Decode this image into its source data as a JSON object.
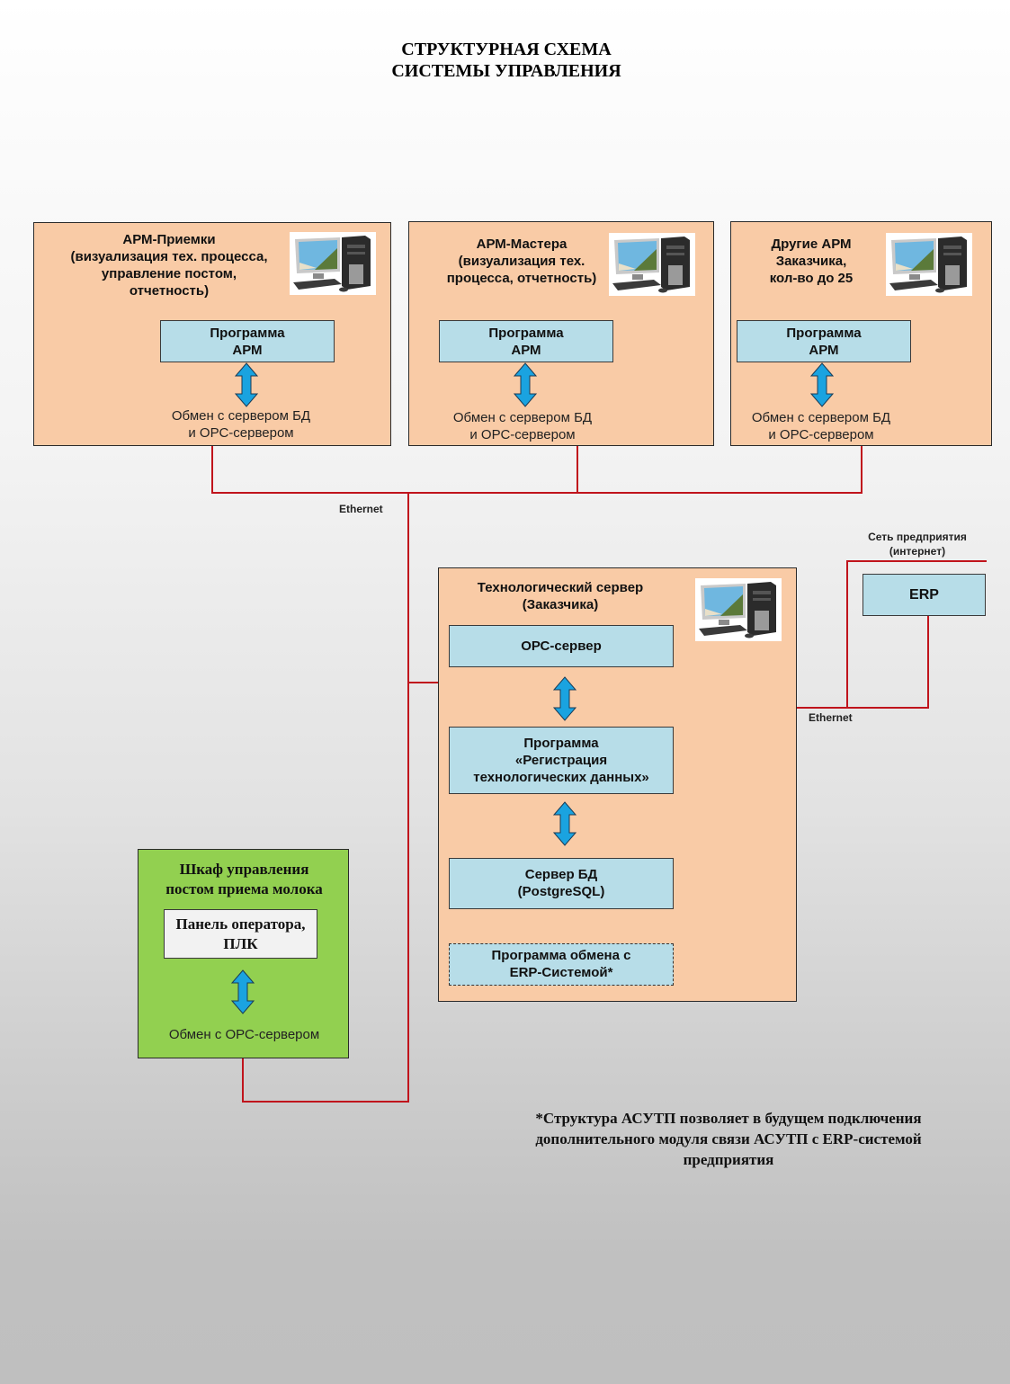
{
  "title": {
    "line1": "СТРУКТУРНАЯ СХЕМА",
    "line2": "СИСТЕМЫ УПРАВЛЕНИЯ"
  },
  "colors": {
    "workstation_fill": "#f9cba6",
    "program_fill": "#b7dde8",
    "cabinet_fill": "#92d050",
    "wire": "#c0141c",
    "arrow": "#1aa3e0"
  },
  "workstations": [
    {
      "header": [
        "АРМ-Приемки",
        "(визуализация тех. процесса,",
        "управление постом,",
        "отчетность)"
      ],
      "program": [
        "Программа",
        "АРМ"
      ],
      "exchange": [
        "Обмен с сервером БД",
        "и ОРС-сервером"
      ],
      "icon": "computer-icon"
    },
    {
      "header": [
        "АРМ-Мастера",
        "(визуализация тех.",
        "процесса, отчетность)"
      ],
      "program": [
        "Программа",
        "АРМ"
      ],
      "exchange": [
        "Обмен с сервером БД",
        "и ОРС-сервером"
      ],
      "icon": "computer-icon"
    },
    {
      "header": [
        "Другие АРМ",
        "Заказчика,",
        "кол-во до 25"
      ],
      "program": [
        "Программа",
        "АРМ"
      ],
      "exchange": [
        "Обмен с сервером БД",
        "и ОРС-сервером"
      ],
      "icon": "computer-icon"
    }
  ],
  "network": {
    "ethernet_label_top": "Ethernet",
    "ethernet_label_right": "Ethernet",
    "enterprise_net": [
      "Сеть предприятия",
      "(интернет)"
    ]
  },
  "server": {
    "header": [
      "Технологический сервер",
      "(Заказчика)"
    ],
    "opc": "ОРС-сервер",
    "registration": [
      "Программа",
      "«Регистрация",
      "технологических данных»"
    ],
    "db": [
      "Сервер БД",
      "(PostgreSQL)"
    ],
    "erp_exchange": [
      "Программа обмена с",
      "ERP-Системой*"
    ]
  },
  "erp": {
    "label": "ERP"
  },
  "cabinet": {
    "header": [
      "Шкаф управления",
      "постом приема молока"
    ],
    "panel": [
      "Панель оператора,",
      "ПЛК"
    ],
    "exchange": "Обмен с ОРС-сервером"
  },
  "footnote": [
    "*Структура АСУТП позволяет в будущем подключения",
    "дополнительного модуля связи АСУТП с ERP-системой",
    "предприятия"
  ]
}
